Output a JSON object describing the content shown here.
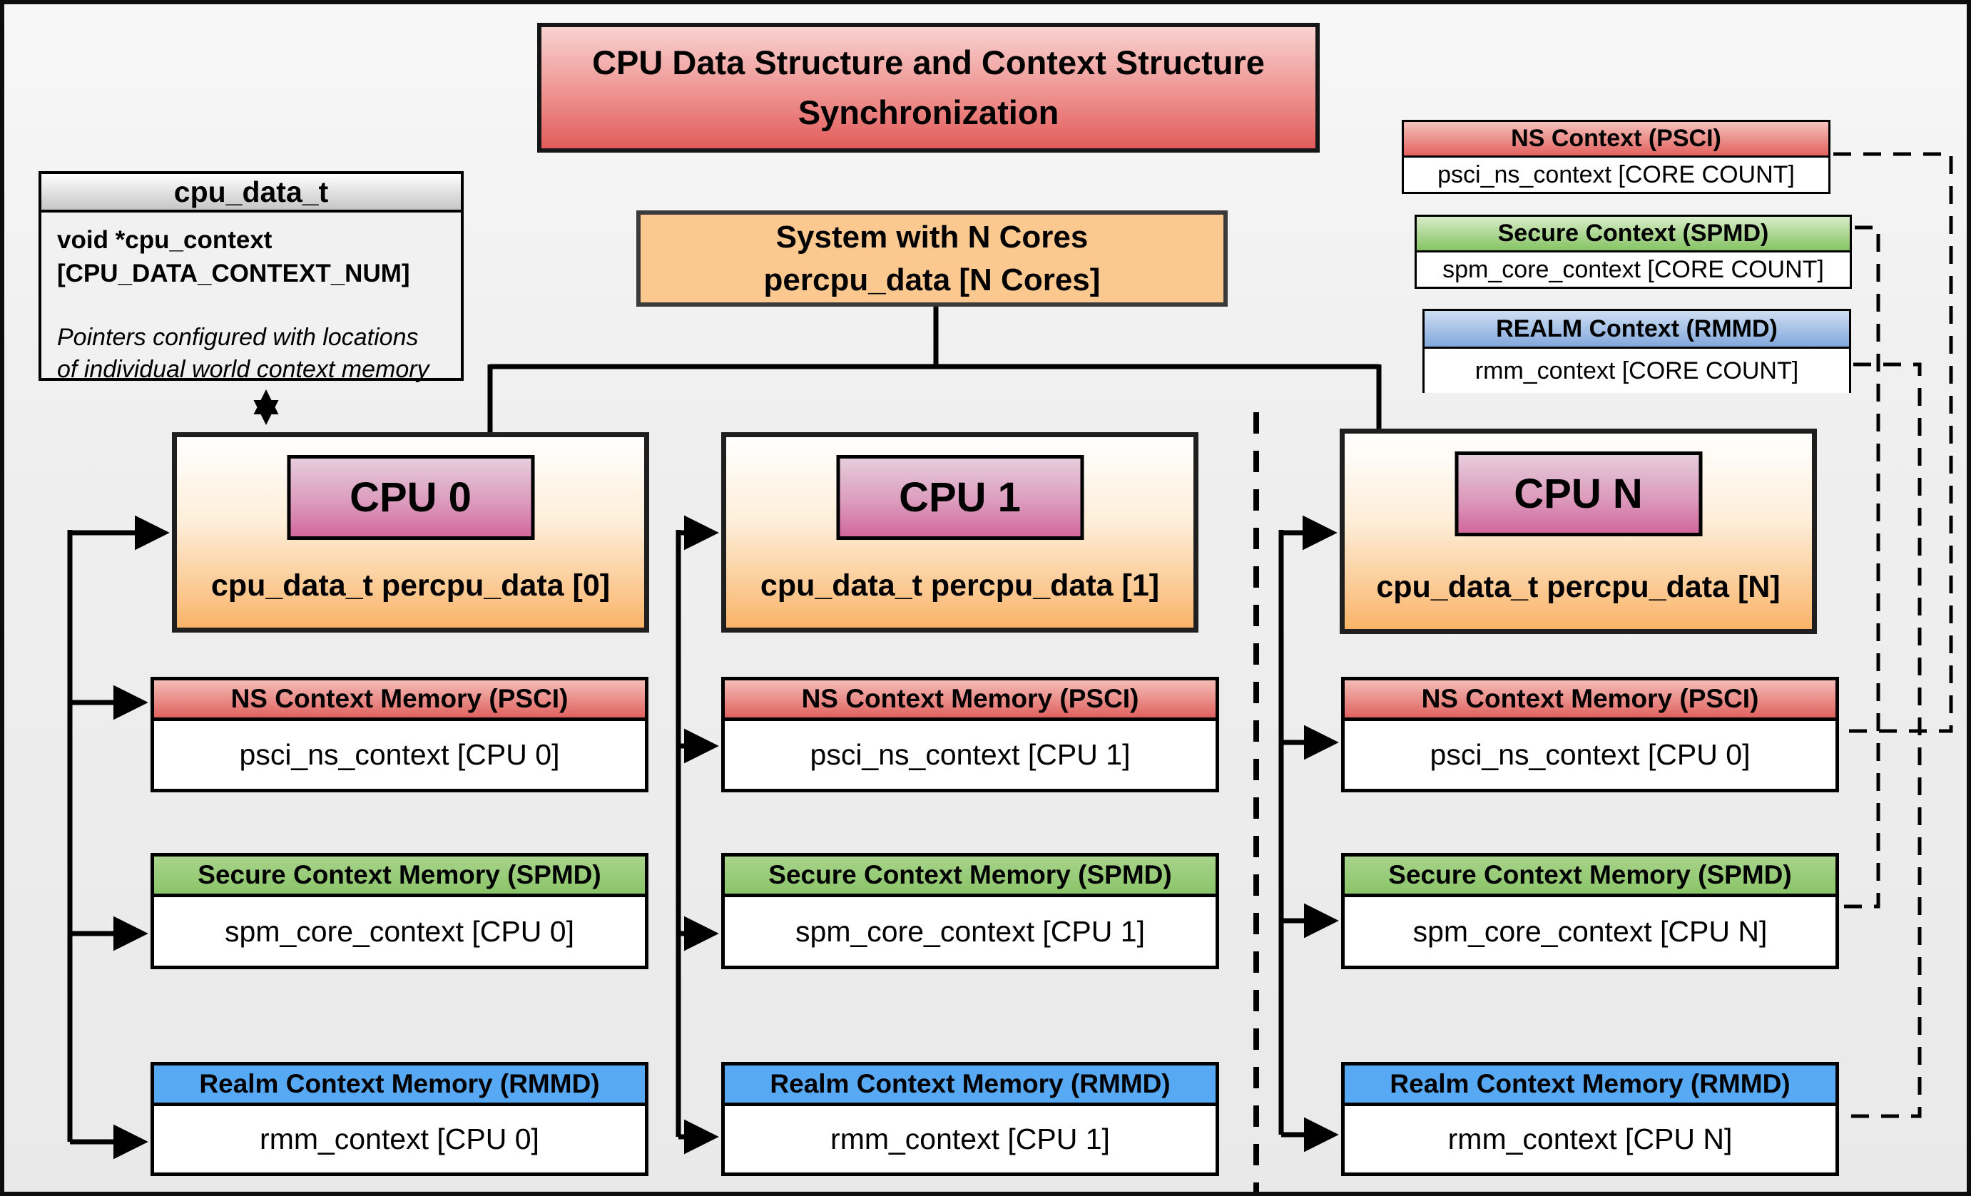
{
  "title": {
    "line1": "CPU Data Structure and Context Structure",
    "line2": "Synchronization"
  },
  "cpu_data_struct": {
    "header": "cpu_data_t",
    "field_line1": "void  *cpu_context",
    "field_line2": "[CPU_DATA_CONTEXT_NUM]",
    "note_line1": "Pointers configured with locations",
    "note_line2": "of individual world context memory"
  },
  "system_box": {
    "line1": "System with N Cores",
    "line2": "percpu_data [N Cores]"
  },
  "legend": [
    {
      "title": "NS Context  (PSCI)",
      "body": "psci_ns_context [CORE COUNT]"
    },
    {
      "title": "Secure Context (SPMD)",
      "body": "spm_core_context [CORE COUNT]"
    },
    {
      "title": "REALM Context (RMMD)",
      "body": "rmm_context [CORE COUNT]"
    }
  ],
  "cpus": [
    {
      "label": "CPU 0",
      "caption": "cpu_data_t percpu_data [0]",
      "contexts": [
        {
          "header": "NS Context Memory (PSCI)",
          "body": "psci_ns_context [CPU 0]"
        },
        {
          "header": "Secure Context Memory (SPMD)",
          "body": "spm_core_context [CPU 0]"
        },
        {
          "header": "Realm Context Memory (RMMD)",
          "body": "rmm_context [CPU 0]"
        }
      ]
    },
    {
      "label": "CPU 1",
      "caption": "cpu_data_t percpu_data [1]",
      "contexts": [
        {
          "header": "NS Context Memory (PSCI)",
          "body": "psci_ns_context [CPU 1]"
        },
        {
          "header": "Secure Context Memory (SPMD)",
          "body": "spm_core_context [CPU 1]"
        },
        {
          "header": "Realm Context Memory (RMMD)",
          "body": "rmm_context [CPU 1]"
        }
      ]
    },
    {
      "label": "CPU N",
      "caption": "cpu_data_t percpu_data [N]",
      "contexts": [
        {
          "header": "NS Context Memory (PSCI)",
          "body": "psci_ns_context [CPU 0]"
        },
        {
          "header": "Secure Context Memory (SPMD)",
          "body": "spm_core_context [CPU N]"
        },
        {
          "header": "Realm Context Memory (RMMD)",
          "body": "rmm_context [CPU N]"
        }
      ]
    }
  ],
  "colors": {
    "title_red": "#e25c5b",
    "ns_header_red": "#df625f",
    "secure_header_green": "#93c873",
    "realm_header_blue": "#58a9f4",
    "system_orange": "#fbc88f",
    "cpu_box_orange": "#fab469",
    "cpu_label_pink": "#d2689e",
    "line_black": "#000000"
  }
}
